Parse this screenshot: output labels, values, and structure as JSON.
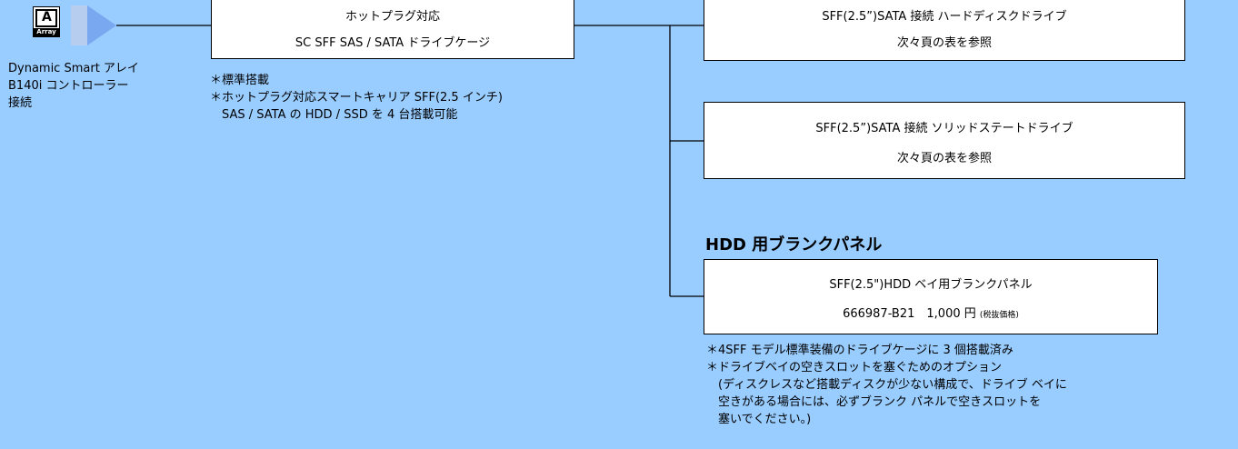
{
  "controller": {
    "icon_label": "Array",
    "icon_letter": "A",
    "caption": [
      "Dynamic Smart アレイ",
      "B140i コントローラー",
      "接続"
    ]
  },
  "drive_cage": {
    "line1": "ホットプラグ対応",
    "line2": "SC SFF SAS / SATA ドライブケージ",
    "notes": [
      "＊標準搭載",
      "＊ホットプラグ対応スマートキャリア SFF(2.5 インチ)",
      "　SAS / SATA の HDD / SSD を 4 台搭載可能"
    ]
  },
  "hdd_box": {
    "line1": "SFF(2.5”)SATA 接続 ハードディスクドライブ",
    "line2": "次々頁の表を参照"
  },
  "ssd_box": {
    "line1": "SFF(2.5”)SATA 接続 ソリッドステートドライブ",
    "line2": "次々頁の表を参照"
  },
  "blank_panel": {
    "heading": "HDD 用ブランクパネル",
    "line1": "SFF(2.5\")HDD ベイ用ブランクパネル",
    "part_price": "666987-B21　1,000 円",
    "tax_note": "(税抜価格)",
    "notes": [
      "＊4SFF モデル標準装備のドライブケージに 3 個搭載済み",
      "＊ドライブベイの空きスロットを塞ぐためのオプション",
      "　(ディスクレスなど搭載ディスクが少ない構成で、ドライブ ベイに",
      "　空きがある場合には、必ずブランク パネルで空きスロットを",
      "　塞いでください。)"
    ]
  },
  "colors": {
    "background": "#99ccff",
    "arrow": "#6699ee"
  }
}
